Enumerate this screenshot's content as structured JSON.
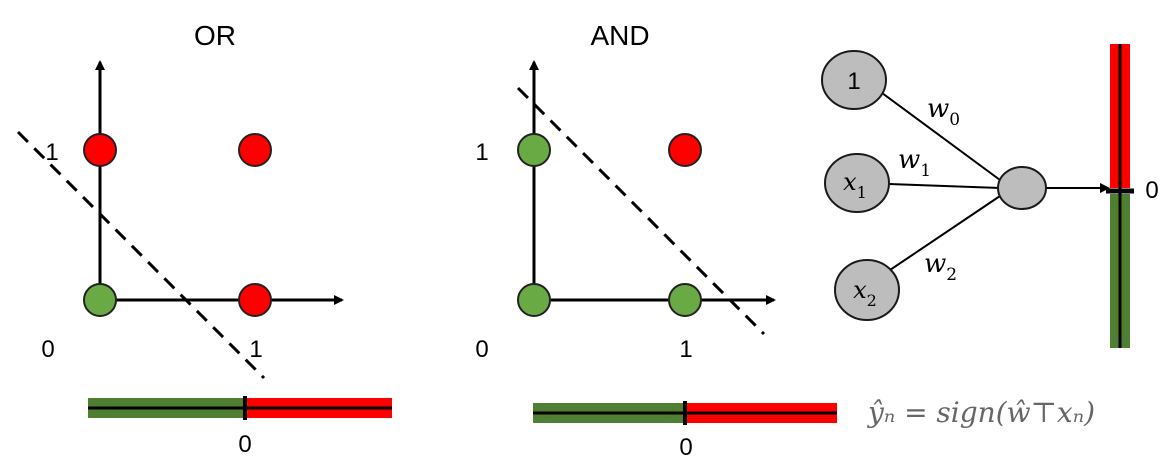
{
  "colors": {
    "positive": "#ff0000",
    "negative": "#6aaa44",
    "bar_negative": "#4f7f33",
    "node_fill": "#bdbdbd",
    "node_stroke": "#1a1a1a",
    "axis": "#000000",
    "formula": "#666666"
  },
  "panels": {
    "or": {
      "title": "OR",
      "y_tick_1": "1",
      "origin_label": "0",
      "x_tick_1": "1",
      "points": [
        {
          "x": 0,
          "y": 0,
          "class": "negative"
        },
        {
          "x": 1,
          "y": 0,
          "class": "positive"
        },
        {
          "x": 0,
          "y": 1,
          "class": "positive"
        },
        {
          "x": 1,
          "y": 1,
          "class": "positive"
        }
      ],
      "bar_zero_label": "0"
    },
    "and": {
      "title": "AND",
      "y_tick_1": "1",
      "origin_label": "0",
      "x_tick_1": "1",
      "points": [
        {
          "x": 0,
          "y": 0,
          "class": "negative"
        },
        {
          "x": 1,
          "y": 0,
          "class": "negative"
        },
        {
          "x": 0,
          "y": 1,
          "class": "negative"
        },
        {
          "x": 1,
          "y": 1,
          "class": "positive"
        }
      ],
      "bar_zero_label": "0"
    }
  },
  "network": {
    "bias_node": "1",
    "input_1_base": "x",
    "input_1_sub": "1",
    "input_2_base": "x",
    "input_2_sub": "2",
    "weight_0_base": "w",
    "weight_0_sub": "0",
    "weight_1_base": "w",
    "weight_1_sub": "1",
    "weight_2_base": "w",
    "weight_2_sub": "2",
    "threshold_label": "0"
  },
  "formula": "ŷₙ = sign(ŵ⊤xₙ)"
}
